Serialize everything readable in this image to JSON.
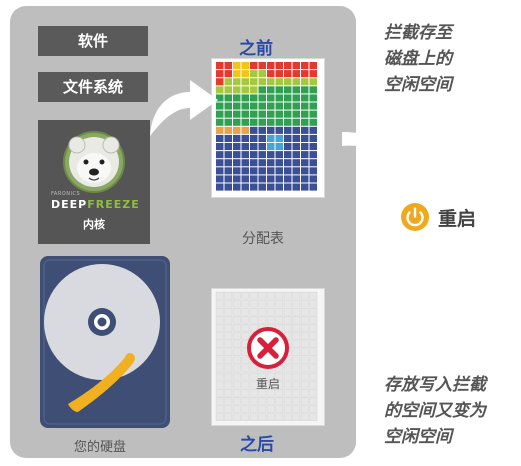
{
  "labels": {
    "software": "软件",
    "filesystem": "文件系统",
    "brand_small": "FARONICS",
    "brand_deep": "DEEP",
    "brand_freeze": "FREEZE",
    "kernel": "内核",
    "before": "之前",
    "partition_table": "分配表",
    "restart": "重启",
    "restart_inner": "重启",
    "after": "之后",
    "disk": "您的硬盘"
  },
  "side_text": {
    "intercept": [
      "拦截存至",
      "磁盘上的",
      "空闲空间"
    ],
    "release": [
      "存放写入拦截",
      "的空间又变为",
      "空闲空间"
    ]
  },
  "colors": {
    "heading_blue": "#2b4aa8",
    "panel_gray": "#bebebe",
    "button_gray": "#5a5a5a",
    "restart_orange": "#f0a81c",
    "close_red": "#d8203a",
    "disk_navy": "#3e4e74",
    "needle_yellow": "#f0b020",
    "block_red": "#e23a2d",
    "block_yellow": "#f2c619",
    "block_lime": "#a6c840",
    "block_green": "#32a052",
    "block_orange": "#e9a24c",
    "block_navy": "#3a4f96",
    "block_cyan": "#45a5d8"
  },
  "icons": [
    "polar-bear-icon",
    "power-icon",
    "close-icon",
    "curved-arrow-icon"
  ]
}
